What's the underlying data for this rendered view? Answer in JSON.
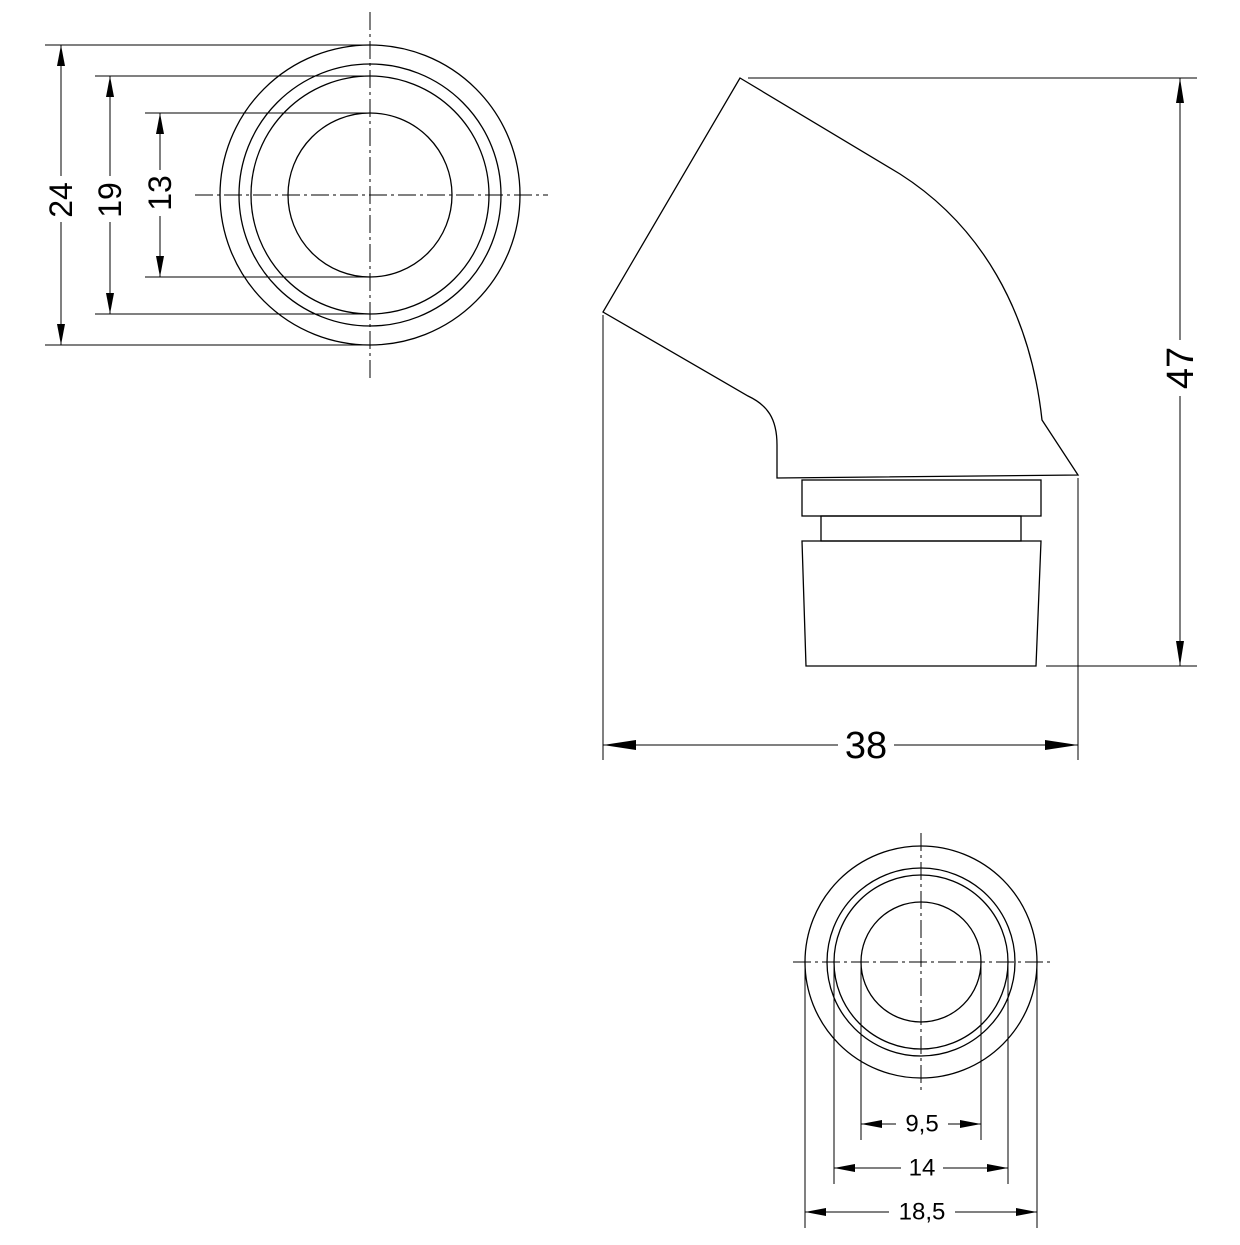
{
  "dimensions": {
    "top_view": {
      "outer_diameter": "24",
      "mid_diameter": "19",
      "inner_diameter": "13"
    },
    "side_view": {
      "height": "47",
      "width": "38"
    },
    "bottom_view": {
      "inner_diameter": "9,5",
      "mid_diameter": "14",
      "outer_diameter": "18,5"
    }
  },
  "colors": {
    "line": "#000000",
    "background": "#ffffff"
  }
}
